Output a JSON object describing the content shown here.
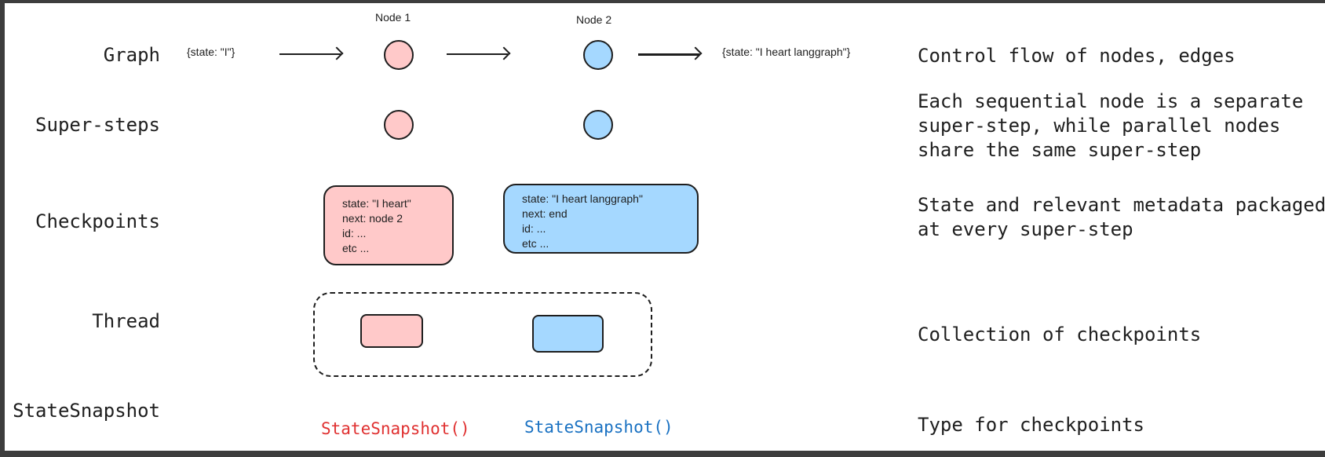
{
  "rows": {
    "graph": "Graph",
    "supersteps": "Super-steps",
    "checkpoints": "Checkpoints",
    "thread": "Thread",
    "statesnapshot": "StateSnapshot"
  },
  "descriptions": {
    "graph": "Control flow of nodes, edges",
    "supersteps": "Each sequential node is a separate\nsuper-step, while parallel nodes\nshare the same super-step",
    "checkpoints": "State and relevant metadata packaged\nat every super-step",
    "thread": "Collection of checkpoints",
    "statesnapshot": "Type for checkpoints"
  },
  "graph": {
    "node1_label": "Node 1",
    "node2_label": "Node 2",
    "input_state": "{state: \"I\"}",
    "output_state": "{state: \"I heart langgraph\"}"
  },
  "checkpoint1": {
    "lines": [
      "state: \"I heart\"",
      "next: node 2",
      "id: ...",
      "etc ..."
    ]
  },
  "checkpoint2": {
    "lines": [
      "state: \"I heart langgraph\"",
      "next: end",
      "id: ...",
      "etc ..."
    ]
  },
  "snapshots": {
    "first": "StateSnapshot()",
    "second": "StateSnapshot()"
  },
  "colors": {
    "node1_fill": "#ffc9c9",
    "node2_fill": "#a5d8ff",
    "snapshot1_text": "#e03131",
    "snapshot2_text": "#1971c2"
  }
}
